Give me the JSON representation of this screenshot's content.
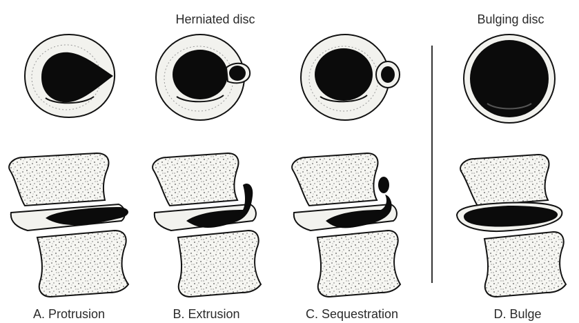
{
  "headers": {
    "herniated": "Herniated disc",
    "bulging": "Bulging disc"
  },
  "panels": [
    {
      "id": "A",
      "label": "A. Protrusion"
    },
    {
      "id": "B",
      "label": "B. Extrusion"
    },
    {
      "id": "C",
      "label": "C. Sequestration"
    },
    {
      "id": "D",
      "label": "D. Bulge"
    }
  ],
  "colors": {
    "ink": "#111111",
    "nucleus": "#0b0b0b",
    "annulus": "#f2f2ee",
    "bone_fill": "#f6f6f2",
    "speckle": "#555555",
    "divider": "#333333"
  }
}
